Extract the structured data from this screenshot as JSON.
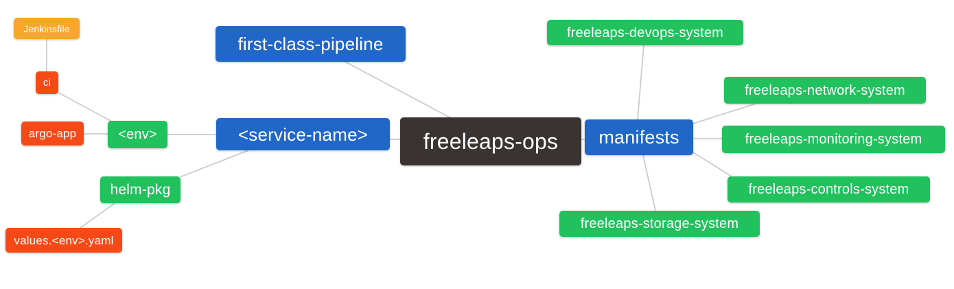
{
  "palette": {
    "blue": "#2067C8",
    "green": "#21C15D",
    "red": "#F54A17",
    "orange": "#F9A62A",
    "dark": "#393331",
    "edge": "#CCCCCC",
    "background": "#FFFFFF",
    "node_text": "#FFFFFF"
  },
  "nodes": [
    {
      "id": "freeleaps-ops",
      "label": "freeleaps-ops",
      "role": "root",
      "color": "dark"
    },
    {
      "id": "first-class-pipeline",
      "label": "first-class-pipeline",
      "role": "branch",
      "color": "blue"
    },
    {
      "id": "service-name",
      "label": "<service-name>",
      "role": "branch",
      "color": "blue"
    },
    {
      "id": "manifests",
      "label": "manifests",
      "role": "branch",
      "color": "blue"
    },
    {
      "id": "env",
      "label": "<env>",
      "role": "leaf",
      "color": "green"
    },
    {
      "id": "helm-pkg",
      "label": "helm-pkg",
      "role": "leaf",
      "color": "green"
    },
    {
      "id": "ci",
      "label": "ci",
      "role": "leaf",
      "color": "red"
    },
    {
      "id": "argo-app",
      "label": "argo-app",
      "role": "leaf",
      "color": "red"
    },
    {
      "id": "jenkinsfile",
      "label": "Jenkinsfile",
      "role": "leaf",
      "color": "orange"
    },
    {
      "id": "values-env-yaml",
      "label": "values.<env>.yaml",
      "role": "leaf",
      "color": "red"
    },
    {
      "id": "freeleaps-devops-system",
      "label": "freeleaps-devops-system",
      "role": "leaf",
      "color": "green"
    },
    {
      "id": "freeleaps-network-system",
      "label": "freeleaps-network-system",
      "role": "leaf",
      "color": "green"
    },
    {
      "id": "freeleaps-monitoring-system",
      "label": "freeleaps-monitoring-system",
      "role": "leaf",
      "color": "green"
    },
    {
      "id": "freeleaps-controls-system",
      "label": "freeleaps-controls-system",
      "role": "leaf",
      "color": "green"
    },
    {
      "id": "freeleaps-storage-system",
      "label": "freeleaps-storage-system",
      "role": "leaf",
      "color": "green"
    }
  ],
  "edges": [
    {
      "from": "freeleaps-ops",
      "to": "first-class-pipeline"
    },
    {
      "from": "freeleaps-ops",
      "to": "service-name"
    },
    {
      "from": "freeleaps-ops",
      "to": "manifests"
    },
    {
      "from": "service-name",
      "to": "env"
    },
    {
      "from": "service-name",
      "to": "helm-pkg"
    },
    {
      "from": "env",
      "to": "ci"
    },
    {
      "from": "env",
      "to": "argo-app"
    },
    {
      "from": "ci",
      "to": "jenkinsfile"
    },
    {
      "from": "helm-pkg",
      "to": "values-env-yaml"
    },
    {
      "from": "manifests",
      "to": "freeleaps-devops-system"
    },
    {
      "from": "manifests",
      "to": "freeleaps-network-system"
    },
    {
      "from": "manifests",
      "to": "freeleaps-monitoring-system"
    },
    {
      "from": "manifests",
      "to": "freeleaps-controls-system"
    },
    {
      "from": "manifests",
      "to": "freeleaps-storage-system"
    }
  ]
}
